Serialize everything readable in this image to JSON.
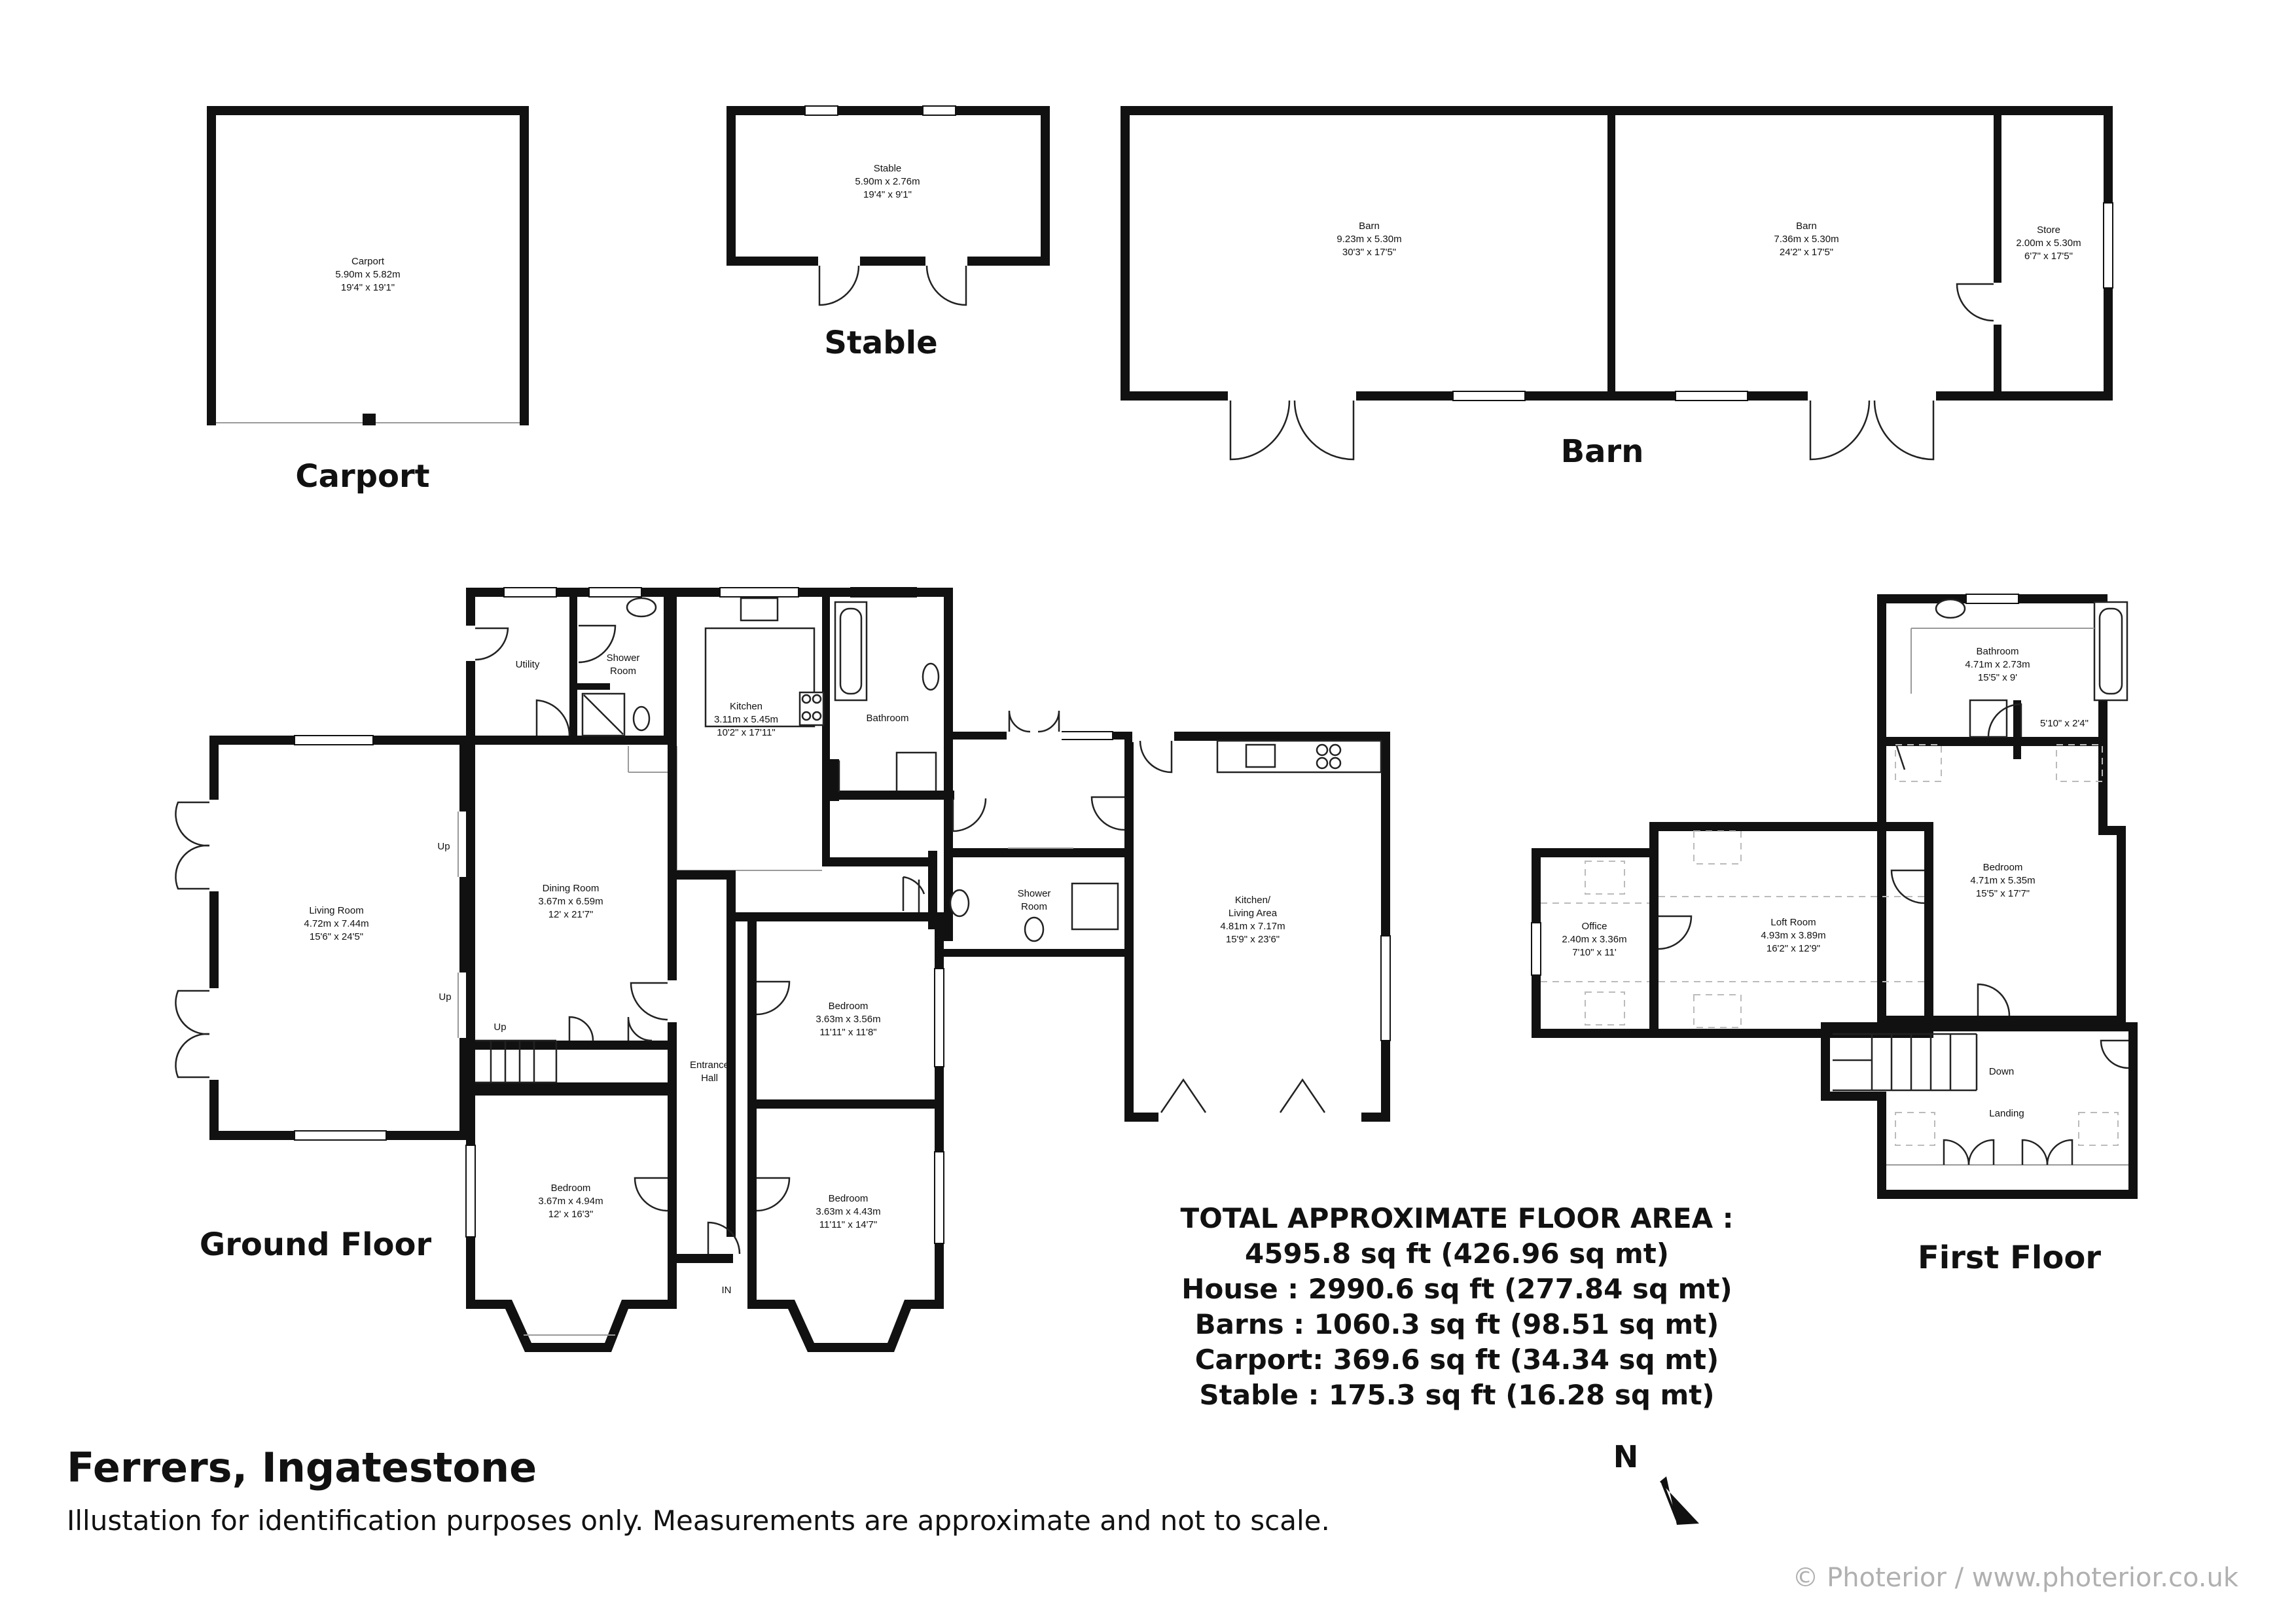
{
  "labels": {
    "carport": "Carport",
    "stable": "Stable",
    "barn": "Barn",
    "ground_floor": "Ground Floor",
    "first_floor": "First Floor"
  },
  "rooms": {
    "carport": {
      "name": "Carport",
      "metric": "5.90m x 5.82m",
      "imperial": "19'4\" x 19'1\""
    },
    "stable": {
      "name": "Stable",
      "metric": "5.90m x 2.76m",
      "imperial": "19'4\" x 9'1\""
    },
    "barn1": {
      "name": "Barn",
      "metric": "9.23m x 5.30m",
      "imperial": "30'3\" x 17'5\""
    },
    "barn2": {
      "name": "Barn",
      "metric": "7.36m x 5.30m",
      "imperial": "24'2\" x 17'5\""
    },
    "store": {
      "name": "Store",
      "metric": "2.00m x 5.30m",
      "imperial": "6'7\" x 17'5\""
    },
    "utility": {
      "name": "Utility"
    },
    "shower1": {
      "name1": "Shower",
      "name2": "Room"
    },
    "kitchen": {
      "name": "Kitchen",
      "metric": "3.11m x 5.45m",
      "imperial": "10'2\" x 17'11\""
    },
    "bathroom_gf": {
      "name": "Bathroom"
    },
    "living": {
      "name": "Living Room",
      "metric": "4.72m x 7.44m",
      "imperial": "15'6\" x 24'5\""
    },
    "dining": {
      "name": "Dining Room",
      "metric": "3.67m x 6.59m",
      "imperial": "12' x 21'7\""
    },
    "shower2": {
      "name1": "Shower",
      "name2": "Room"
    },
    "kitchen_living": {
      "name1": "Kitchen/",
      "name2": "Living Area",
      "metric": "4.81m x 7.17m",
      "imperial": "15'9\" x 23'6\""
    },
    "bedroom_a": {
      "name": "Bedroom",
      "metric": "3.63m x 3.56m",
      "imperial": "11'11\" x 11'8\""
    },
    "entrance": {
      "name1": "Entrance",
      "name2": "Hall"
    },
    "bedroom_b": {
      "name": "Bedroom",
      "metric": "3.67m x 4.94m",
      "imperial": "12' x 16'3\""
    },
    "bedroom_c": {
      "name": "Bedroom",
      "metric": "3.63m x 4.43m",
      "imperial": "11'11\" x 14'7\""
    },
    "bathroom_ff": {
      "name": "Bathroom",
      "metric": "4.71m x 2.73m",
      "imperial": "15'5\" x 9'"
    },
    "cupboard": {
      "dims": "5'10\" x 2'4\""
    },
    "bedroom_ff": {
      "name": "Bedroom",
      "metric": "4.71m x 5.35m",
      "imperial": "15'5\" x 17'7\""
    },
    "office": {
      "name": "Office",
      "metric": "2.40m x 3.36m",
      "imperial": "7'10\" x 11'"
    },
    "loft": {
      "name": "Loft Room",
      "metric": "4.93m x 3.89m",
      "imperial": "16'2\" x 12'9\""
    },
    "landing": {
      "name": "Landing"
    }
  },
  "stair_labels": {
    "up1": "Up",
    "up2": "Up",
    "up3": "Up",
    "down": "Down",
    "in": "IN"
  },
  "area_summary": {
    "heading": "TOTAL APPROXIMATE FLOOR AREA :",
    "total": "4595.8 sq ft (426.96 sq mt)",
    "house": "House : 2990.6 sq ft (277.84 sq mt)",
    "barns": "Barns : 1060.3 sq ft (98.51 sq mt)",
    "carport": "Carport:  369.6 sq ft (34.34 sq mt)",
    "stable": "Stable : 175.3 sq ft (16.28 sq mt)"
  },
  "property": {
    "name": "Ferrers, Ingatestone",
    "disclaimer": "Illustation for identification purposes only. Measurements are approximate and not to scale."
  },
  "north": "N",
  "copyright": "© Photerior / www.photerior.co.uk",
  "colors": {
    "wall": "#111111",
    "background": "#ffffff",
    "muted_text": "#b0b0b0"
  }
}
